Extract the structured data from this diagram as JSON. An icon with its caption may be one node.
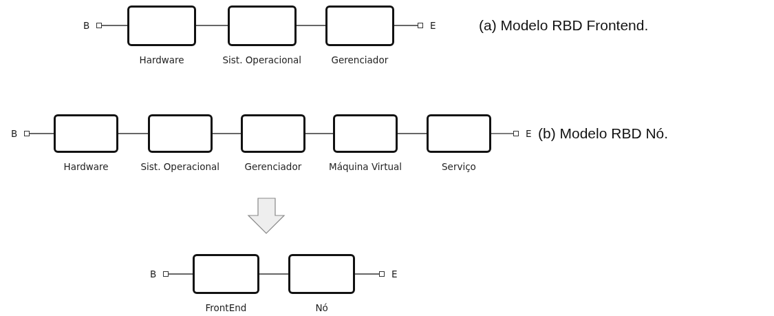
{
  "diagram": {
    "nodes": [
      {
        "text": [],
        "shape": "box",
        "beside": [
          "B"
        ]
      },
      {
        "text": [],
        "shape": "box",
        "beside": [
          "Hardware"
        ]
      },
      {
        "text": [],
        "shape": "box",
        "beside": [
          "Sist. Operacional"
        ]
      },
      {
        "text": [],
        "shape": "box",
        "beside": [
          "Gerenciador"
        ]
      },
      {
        "text": [],
        "shape": "box",
        "beside": [
          "E"
        ]
      },
      {
        "text": [],
        "shape": "box",
        "beside": [
          "B"
        ]
      },
      {
        "text": [],
        "shape": "box",
        "beside": [
          "Hardware"
        ]
      },
      {
        "text": [],
        "shape": "box",
        "beside": [
          "Sist. Operacional"
        ]
      },
      {
        "text": [],
        "shape": "box",
        "beside": [
          "Gerenciador"
        ]
      },
      {
        "text": [],
        "shape": "box",
        "beside": [
          "Máquina Virtual"
        ]
      },
      {
        "text": [],
        "shape": "box",
        "beside": [
          "Serviço"
        ]
      },
      {
        "text": [],
        "shape": "box",
        "beside": [
          "E"
        ]
      },
      {
        "text": [],
        "shape": "box",
        "beside": [
          "B"
        ]
      },
      {
        "text": [],
        "shape": "box",
        "beside": [
          "FrontEnd"
        ]
      },
      {
        "text": [],
        "shape": "box",
        "beside": [
          "Nó"
        ]
      },
      {
        "text": [],
        "shape": "box",
        "beside": [
          "E"
        ]
      }
    ],
    "edges": [
      {
        "from": 0,
        "to": 1,
        "arrow": "none"
      },
      {
        "from": 1,
        "to": 2,
        "arrow": "none"
      },
      {
        "from": 2,
        "to": 3,
        "arrow": "none"
      },
      {
        "from": 3,
        "to": 4,
        "arrow": "none"
      },
      {
        "from": 5,
        "to": 6,
        "arrow": "none"
      },
      {
        "from": 6,
        "to": 7,
        "arrow": "none"
      },
      {
        "from": 7,
        "to": 8,
        "arrow": "none"
      },
      {
        "from": 8,
        "to": 9,
        "arrow": "none"
      },
      {
        "from": 9,
        "to": 10,
        "arrow": "none"
      },
      {
        "from": 10,
        "to": 11,
        "arrow": "none"
      },
      {
        "from": 12,
        "to": 13,
        "arrow": "none"
      },
      {
        "from": 13,
        "to": 14,
        "arrow": "none"
      },
      {
        "from": 14,
        "to": 15,
        "arrow": "none"
      }
    ],
    "labels": [
      "(a) Modelo RBD Frontend.",
      "(b) Modelo RBD Nó."
    ]
  }
}
